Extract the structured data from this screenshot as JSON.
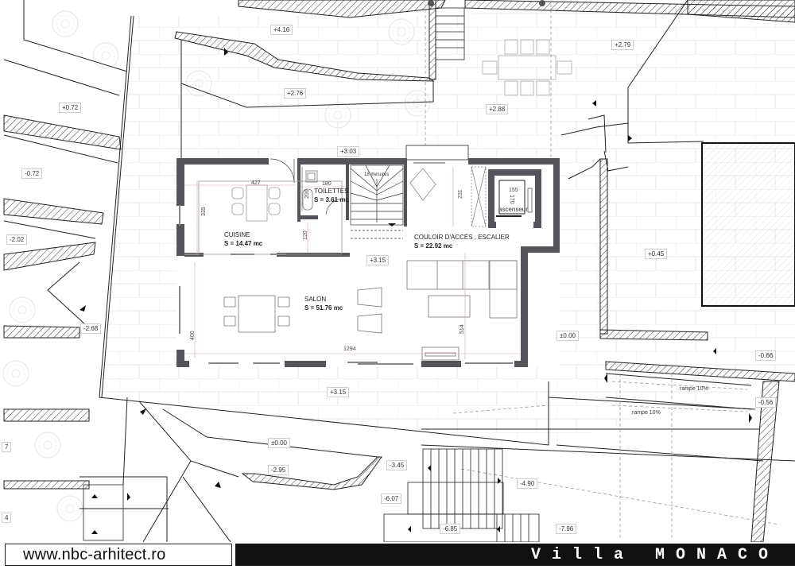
{
  "drawing": {
    "type": "ground floor plan",
    "colors": {
      "wall_fill": "#55545a",
      "line": "#222222",
      "grid_line": "#e6e6e6",
      "hatch": "#333333",
      "footer_bg": "#111111"
    }
  },
  "rooms": [
    {
      "id": "cuisine",
      "name": "CUISINE",
      "area": "S = 14.47 mc"
    },
    {
      "id": "toilettes",
      "name": "TOILETTES",
      "area": "S = 3.61 mc"
    },
    {
      "id": "couloir",
      "name": "COULOIR D'ACCÈS , ESCALIER",
      "area": "S = 22.92 mc"
    },
    {
      "id": "salon",
      "name": "SALON",
      "area": "S = 51.76 mc"
    }
  ],
  "elevator": {
    "label": "ascenseur",
    "width": "155",
    "depth": "170"
  },
  "stair": {
    "note": "18 mesures"
  },
  "dimensions": {
    "cuisine_width": "427",
    "cuisine_depth": "335",
    "toilettes_width": "180",
    "toilettes_depth": "200",
    "passage": "120",
    "couloir_depth": "231",
    "salon_depth": "400",
    "salon_right_depth": "514",
    "overall_width": "1294"
  },
  "levels": [
    {
      "id": "l1",
      "value": "+4.16"
    },
    {
      "id": "l2",
      "value": "+2.76"
    },
    {
      "id": "l3",
      "value": "+2.88"
    },
    {
      "id": "l4",
      "value": "+2.79"
    },
    {
      "id": "l5",
      "value": "+3.03"
    },
    {
      "id": "l6",
      "value": "+0.72"
    },
    {
      "id": "l7",
      "value": "-0.72"
    },
    {
      "id": "l8",
      "value": "-2.02"
    },
    {
      "id": "l9",
      "value": "-2.68"
    },
    {
      "id": "l10",
      "value": "+3.15"
    },
    {
      "id": "l11",
      "value": "+0.45"
    },
    {
      "id": "l12",
      "value": "±0.00"
    },
    {
      "id": "l13",
      "value": "-0.66"
    },
    {
      "id": "l14",
      "value": "-0.56"
    },
    {
      "id": "l15",
      "value": "+3.15"
    },
    {
      "id": "l16",
      "value": "±0.00"
    },
    {
      "id": "l17",
      "value": "-2.95"
    },
    {
      "id": "l18",
      "value": "-3.45"
    },
    {
      "id": "l19",
      "value": "-4.90"
    },
    {
      "id": "l20",
      "value": "-6.07"
    },
    {
      "id": "l21",
      "value": "-6.85"
    },
    {
      "id": "l22",
      "value": "-7.96"
    },
    {
      "id": "l23",
      "value": "7"
    },
    {
      "id": "l24",
      "value": "4"
    }
  ],
  "ramps": [
    {
      "label": "rampe 10%"
    },
    {
      "label": "rampe 10%"
    }
  ],
  "footer": {
    "url": "www.nbc-arhitect.ro",
    "title": "Villa MONACO"
  }
}
